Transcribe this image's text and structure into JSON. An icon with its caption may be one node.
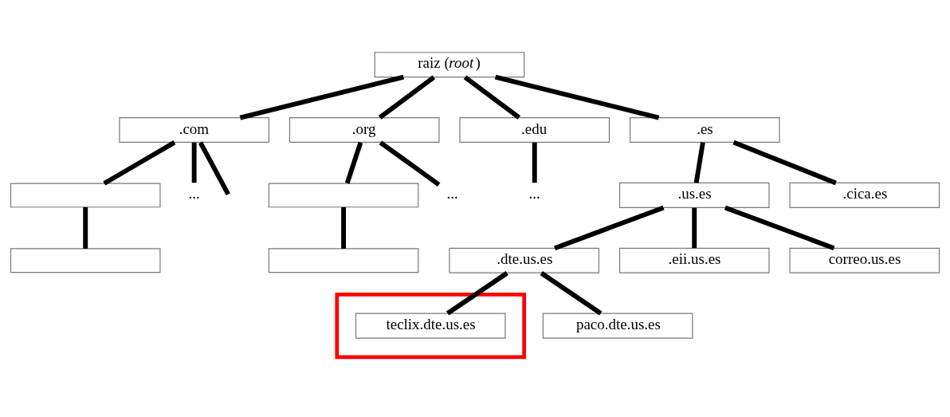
{
  "diagram": {
    "nodes": [
      {
        "text": [
          "raiz (*root*)"
        ]
      },
      {
        "text": [
          ".com"
        ]
      },
      {
        "text": [
          ".org"
        ]
      },
      {
        "text": [
          ".edu"
        ]
      },
      {
        "text": [
          ".es"
        ]
      },
      {
        "text": [],
        "shape": "box"
      },
      {
        "text": [
          "..."
        ]
      },
      {
        "text": [],
        "shape": "box"
      },
      {
        "text": [
          "..."
        ]
      },
      {
        "text": [
          "..."
        ]
      },
      {
        "text": [
          ".us.es"
        ]
      },
      {
        "text": [
          ".cica.es"
        ]
      },
      {
        "text": [],
        "shape": "box"
      },
      {
        "text": [],
        "shape": "box"
      },
      {
        "text": [
          ".dte.us.es"
        ]
      },
      {
        "text": [
          ".eii.us.es"
        ]
      },
      {
        "text": [
          "correo.us.es"
        ]
      },
      {
        "text": [],
        "shape": "box"
      },
      {
        "text": [
          "teclix.dte.us.es"
        ],
        "in": 17
      },
      {
        "text": [
          "paco.dte.us.es"
        ]
      }
    ],
    "edges": [
      {
        "from": 0,
        "to": 1,
        "arrow": "none"
      },
      {
        "from": 0,
        "to": 2,
        "arrow": "none"
      },
      {
        "from": 0,
        "to": 3,
        "arrow": "none"
      },
      {
        "from": 0,
        "to": 4,
        "arrow": "none"
      },
      {
        "from": 1,
        "to": null,
        "arrow": "none"
      },
      {
        "from": 1,
        "to": 5,
        "arrow": "none"
      },
      {
        "from": 1,
        "to": 6,
        "arrow": "none"
      },
      {
        "from": 2,
        "to": 7,
        "arrow": "none"
      },
      {
        "from": 2,
        "to": 8,
        "arrow": "none"
      },
      {
        "from": 3,
        "to": 9,
        "arrow": "none"
      },
      {
        "from": 4,
        "to": 10,
        "arrow": "none"
      },
      {
        "from": 4,
        "to": 11,
        "arrow": "none"
      },
      {
        "from": 5,
        "to": 12,
        "arrow": "none"
      },
      {
        "from": 7,
        "to": 13,
        "arrow": "none"
      },
      {
        "from": 10,
        "to": 14,
        "arrow": "none"
      },
      {
        "from": 10,
        "to": 15,
        "arrow": "none"
      },
      {
        "from": 10,
        "to": 16,
        "arrow": "none"
      },
      {
        "from": 14,
        "to": 18,
        "arrow": "none"
      },
      {
        "from": 14,
        "to": 19,
        "arrow": "none"
      }
    ]
  }
}
